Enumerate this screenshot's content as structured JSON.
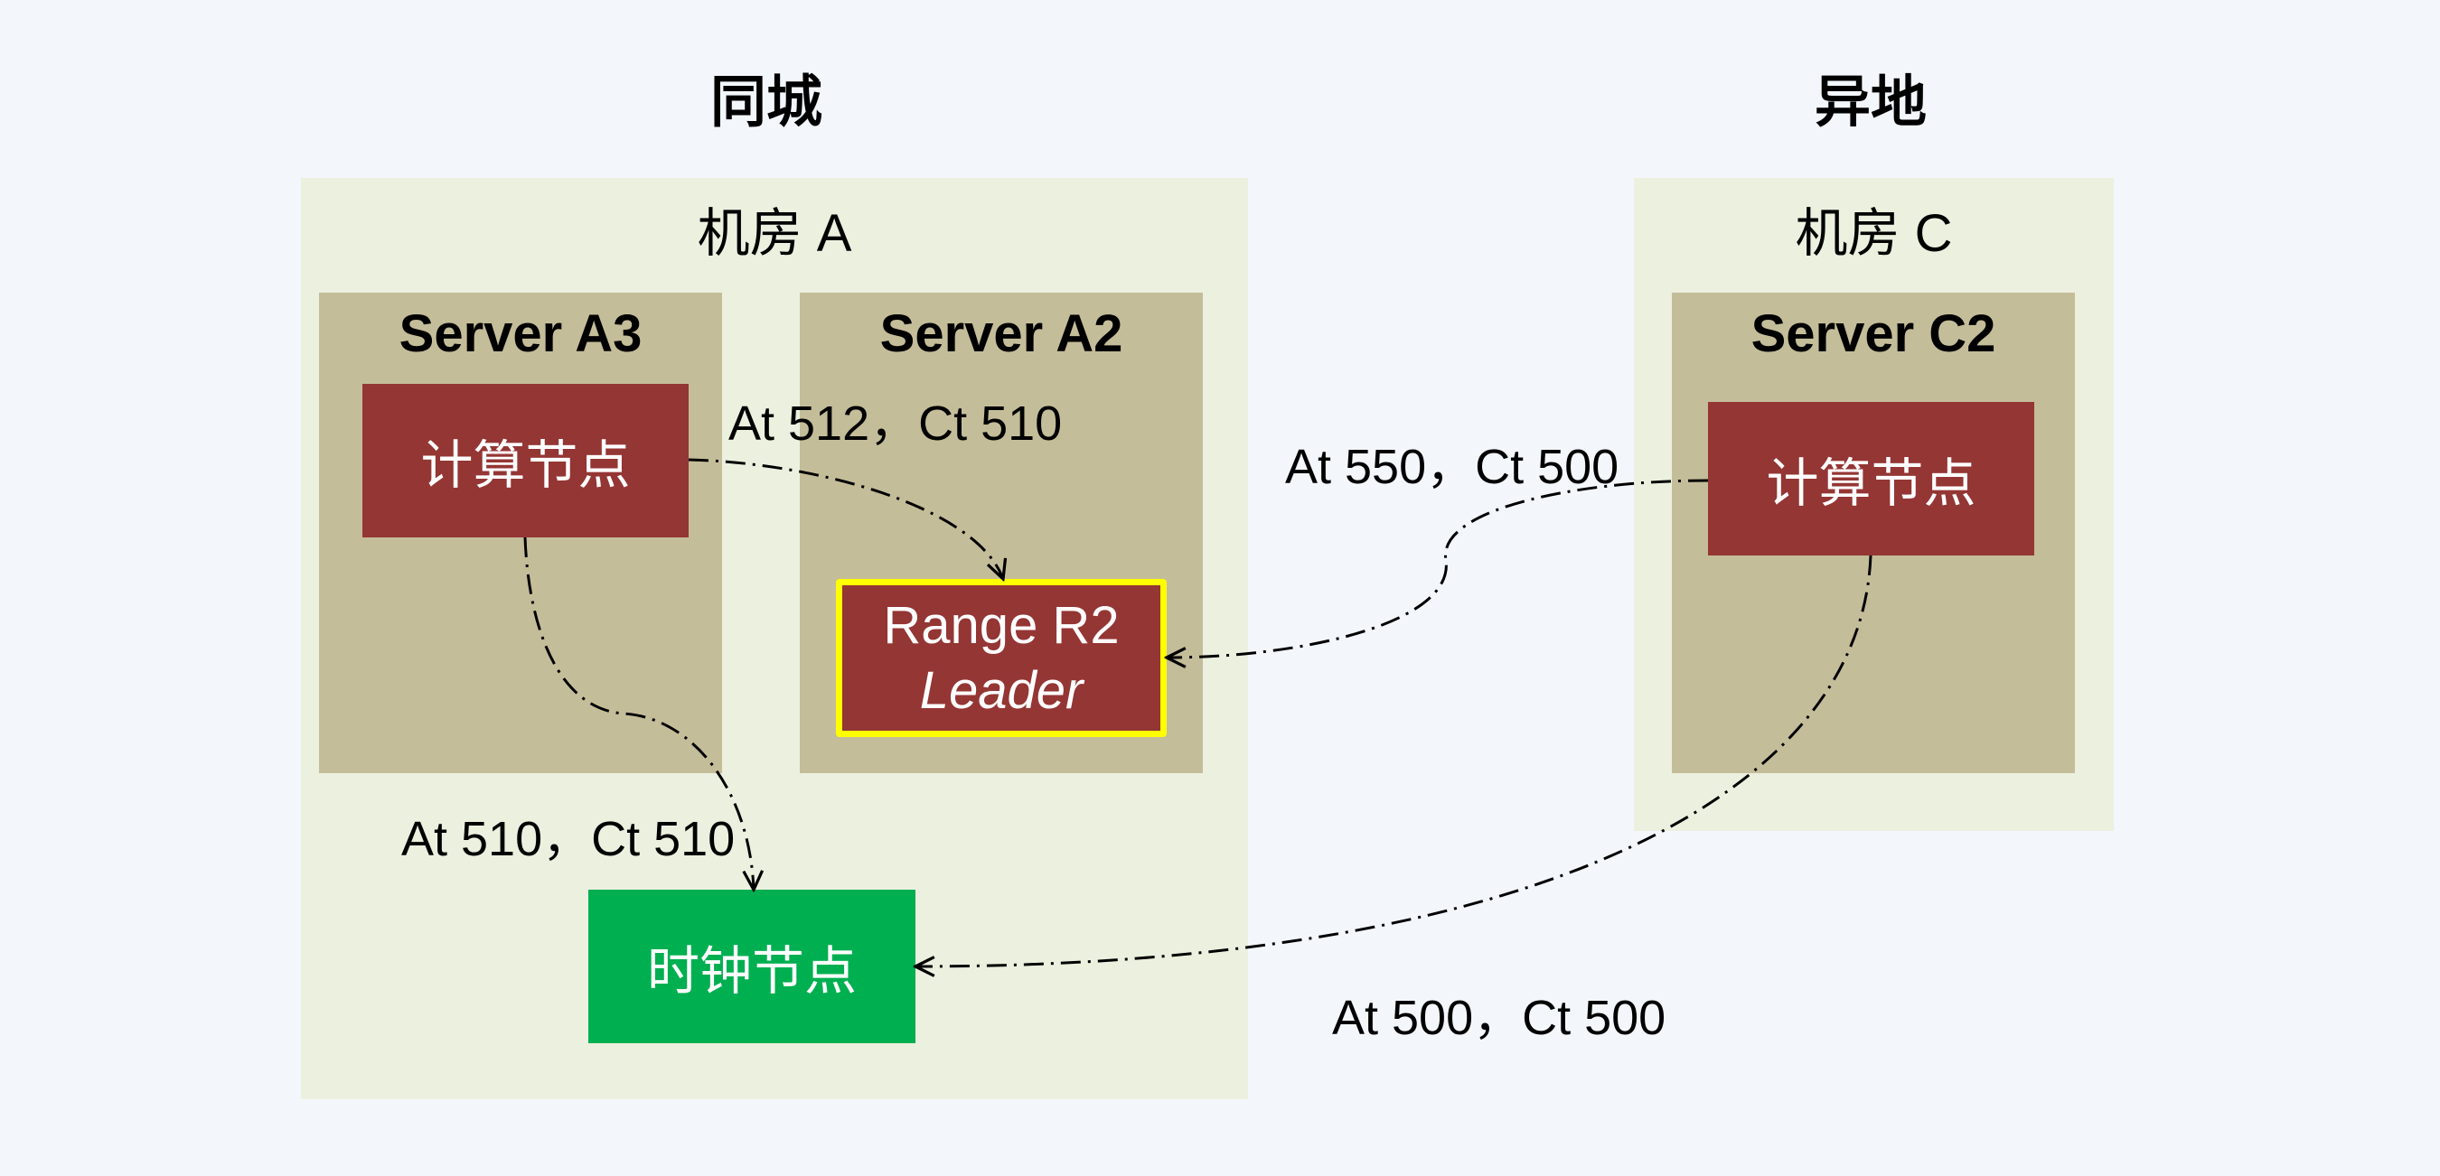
{
  "regions": {
    "same_city": "同城",
    "remote": "异地"
  },
  "rooms": {
    "a": {
      "title": "机房 A"
    },
    "c": {
      "title": "机房 C"
    }
  },
  "servers": {
    "a3": {
      "title": "Server A3",
      "node": "计算节点"
    },
    "a2": {
      "title": "Server A2",
      "range": {
        "name": "Range R2",
        "role": "Leader"
      }
    },
    "c2": {
      "title": "Server C2",
      "node": "计算节点"
    }
  },
  "clock_node": "时钟节点",
  "edges": [
    {
      "from": "A3 计算节点",
      "to": "Range R2 Leader",
      "label": "At 512，Ct 510"
    },
    {
      "from": "A3 计算节点",
      "to": "时钟节点",
      "label": "At 510，Ct 510"
    },
    {
      "from": "C2 计算节点",
      "to": "Range R2 Leader",
      "label": "At 550，Ct 500"
    },
    {
      "from": "C2 计算节点",
      "to": "时钟节点",
      "label": "At 500，Ct 500"
    }
  ],
  "colors": {
    "background": "#F3F7FC",
    "room": "#ECF0DF",
    "server": "#C4BD99",
    "compute_node": "#943634",
    "leader_border": "#FFFF00",
    "clock_node": "#00AF50"
  }
}
